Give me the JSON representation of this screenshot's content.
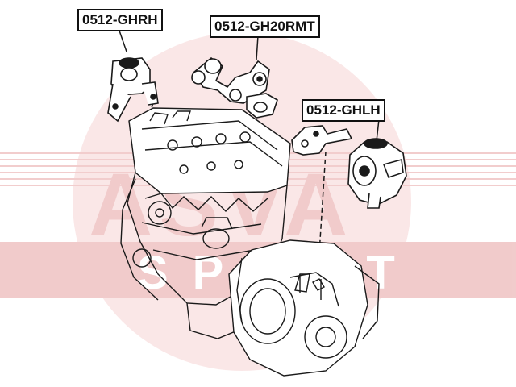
{
  "labels": {
    "right_mount": "0512-GHRH",
    "torque_rod": "0512-GH20RMT",
    "left_mount": "0512-GHLH"
  },
  "watermark": {
    "brand_top": "ASVA",
    "brand_bottom": "SPORT",
    "color": "#e8a0a0"
  },
  "colors": {
    "line": "#1a1a1a",
    "label_border": "#111111",
    "background": "#ffffff"
  }
}
